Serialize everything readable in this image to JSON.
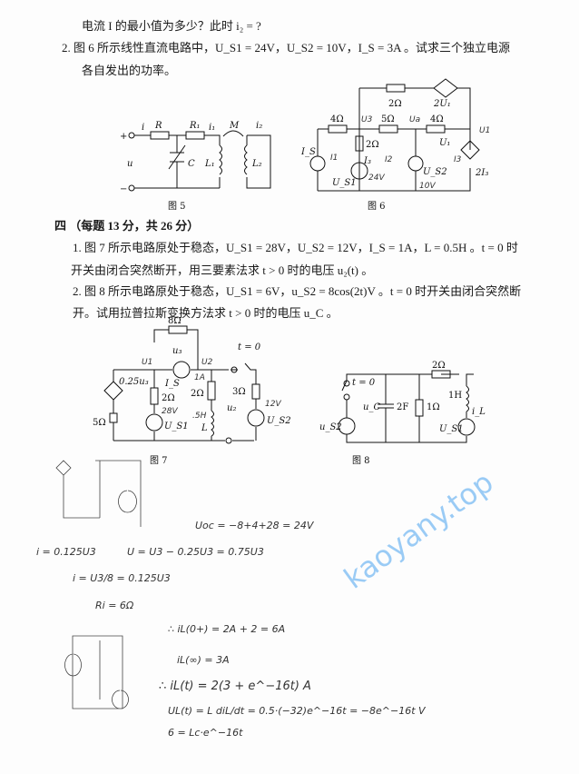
{
  "text": {
    "line1": "电流 I 的最小值为多少？此时 i₂ = ?",
    "q2": "2. 图 6 所示线性直流电路中，U_S1 = 24V，U_S2 = 10V，I_S = 3A 。试求三个独立电源",
    "q2_cont": "各自发出的功率。",
    "section4": "四 （每题 13 分，共 26 分）",
    "p1": "1. 图 7 所示电路原处于稳态，U_S1 = 28V，U_S2 = 12V，I_S = 1A，L = 0.5H 。t = 0 时",
    "p1_cont": "开关由闭合突然断开，用三要素法求 t > 0 时的电压 u₂(t) 。",
    "p2": "2. 图 8 所示电路原处于稳态，U_S1 = 6V，u_S2 = 8cos(2t)V 。t = 0 时开关由闭合突然断",
    "p2_cont": "开。试用拉普拉斯变换方法求 t > 0 时的电压 u_C 。"
  },
  "figures": {
    "fig5": {
      "caption": "图 5",
      "labels": {
        "i": "i",
        "R": "R",
        "R1": "R₁",
        "i1": "i₁",
        "M": "M",
        "i2": "i₂",
        "u": "u",
        "plus": "+",
        "minus": "−",
        "C": "C",
        "L1": "L₁",
        "L2": "L₂"
      }
    },
    "fig6": {
      "caption": "图 6",
      "labels": {
        "r4a": "4Ω",
        "r5": "5Ω",
        "r4b": "4Ω",
        "r2": "2Ω",
        "r2top": "2Ω",
        "dep_v": "2U₁",
        "Is": "I_S",
        "I3": "I₃",
        "Us1": "U_S1",
        "Us2": "U_S2",
        "U1": "U₁",
        "dep_i": "2I₃"
      }
    },
    "fig7": {
      "caption": "图 7",
      "labels": {
        "r8": "8Ω",
        "u3": "u₃",
        "t0": "t = 0",
        "dep": "0.25u₃",
        "Is": "I_S",
        "r2a": "2Ω",
        "r2b": "2Ω",
        "r3": "3Ω",
        "r5": "5Ω",
        "Us1": "U_S1",
        "L": "L",
        "u2": "u₂",
        "Us2": "U_S2"
      }
    },
    "fig8": {
      "caption": "图 8",
      "labels": {
        "t0": "t = 0",
        "r2": "2Ω",
        "L": "1H",
        "uc": "u_C",
        "C": "2F",
        "r1": "1Ω",
        "us2": "u_S2",
        "Us1": "U_S1",
        "iL": "i_L"
      }
    }
  },
  "handwriting": {
    "fig6_notes": [
      "U3",
      "Ua",
      "U1",
      "I1",
      "I2",
      "I3",
      "24V",
      "10V"
    ],
    "fig7_notes": [
      "U1",
      "U2",
      "1A",
      "28V",
      ".5H",
      "12V"
    ],
    "uoc": "Uoc = −8+4+28 = 24V",
    "i_eq": "i = 0.125U3",
    "u_eq": "U = U3 − 0.25U3 = 0.75U3",
    "i_eq2": "i = U3/8 = 0.125U3",
    "ri": "Ri = 6Ω",
    "il0": "∴ iL(0+) = 2A + 2 = 6A",
    "ilinf": "iL(∞) = 3A",
    "ilt": "∴ iL(t) = 2(3 + e^−16t) A",
    "ult": "UL(t) = L diL/dt = 0.5·(−32)e^−16t = −8e^−16t V",
    "extra": "6 = Lc·e^−16t"
  },
  "watermark": {
    "text": "kaoyany.top",
    "color": "#4aa3f0"
  }
}
